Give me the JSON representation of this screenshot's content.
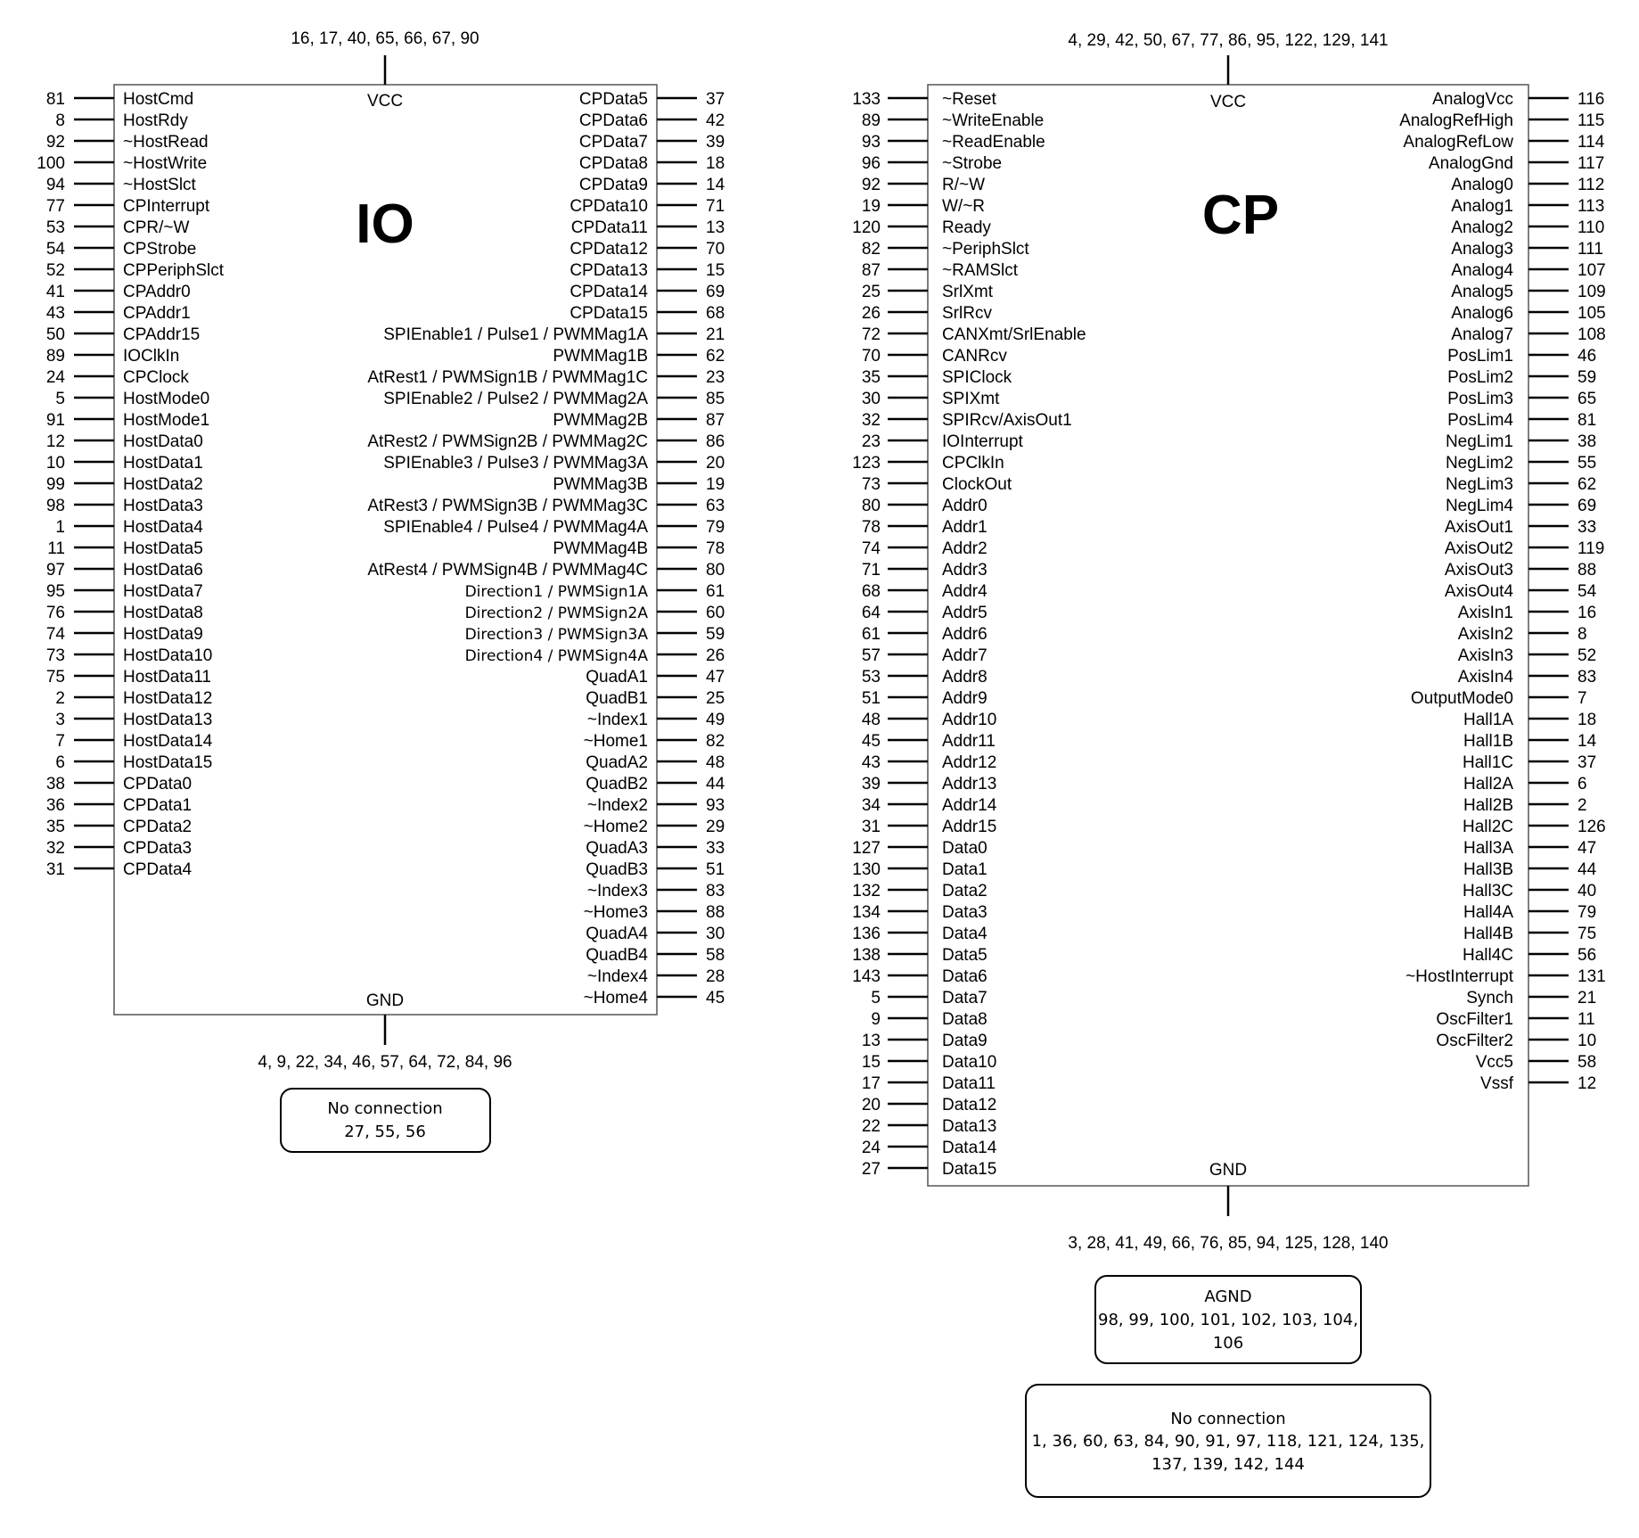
{
  "io": {
    "title": "IO",
    "vcc_label": "VCC",
    "gnd_label": "GND",
    "vcc_pins": "16, 17, 40, 65, 66, 67, 90",
    "gnd_pins": "4, 9, 22, 34, 46, 57, 64, 72, 84, 96",
    "no_connection": {
      "title": "No connection",
      "pins": "27, 55, 56"
    },
    "left_pins": [
      {
        "num": "81",
        "name": "HostCmd"
      },
      {
        "num": "8",
        "name": "HostRdy"
      },
      {
        "num": "92",
        "name": "~HostRead"
      },
      {
        "num": "100",
        "name": "~HostWrite"
      },
      {
        "num": "94",
        "name": "~HostSlct"
      },
      {
        "num": "77",
        "name": "CPInterrupt"
      },
      {
        "num": "53",
        "name": "CPR/~W"
      },
      {
        "num": "54",
        "name": "CPStrobe"
      },
      {
        "num": "52",
        "name": "CPPeriphSlct"
      },
      {
        "num": "41",
        "name": "CPAddr0"
      },
      {
        "num": "43",
        "name": "CPAddr1"
      },
      {
        "num": "50",
        "name": "CPAddr15"
      },
      {
        "num": "89",
        "name": "IOClkIn"
      },
      {
        "num": "24",
        "name": "CPClock"
      },
      {
        "num": "5",
        "name": "HostMode0"
      },
      {
        "num": "91",
        "name": "HostMode1"
      },
      {
        "num": "12",
        "name": "HostData0"
      },
      {
        "num": "10",
        "name": "HostData1"
      },
      {
        "num": "99",
        "name": "HostData2"
      },
      {
        "num": "98",
        "name": "HostData3"
      },
      {
        "num": "1",
        "name": "HostData4"
      },
      {
        "num": "11",
        "name": "HostData5"
      },
      {
        "num": "97",
        "name": "HostData6"
      },
      {
        "num": "95",
        "name": "HostData7"
      },
      {
        "num": "76",
        "name": "HostData8"
      },
      {
        "num": "74",
        "name": "HostData9"
      },
      {
        "num": "73",
        "name": "HostData10"
      },
      {
        "num": "75",
        "name": "HostData11"
      },
      {
        "num": "2",
        "name": "HostData12"
      },
      {
        "num": "3",
        "name": "HostData13"
      },
      {
        "num": "7",
        "name": "HostData14"
      },
      {
        "num": "6",
        "name": "HostData15"
      },
      {
        "num": "38",
        "name": "CPData0"
      },
      {
        "num": "36",
        "name": "CPData1"
      },
      {
        "num": "35",
        "name": "CPData2"
      },
      {
        "num": "32",
        "name": "CPData3"
      },
      {
        "num": "31",
        "name": "CPData4"
      }
    ],
    "right_pins": [
      {
        "num": "37",
        "name": "CPData5"
      },
      {
        "num": "42",
        "name": "CPData6"
      },
      {
        "num": "39",
        "name": "CPData7"
      },
      {
        "num": "18",
        "name": "CPData8"
      },
      {
        "num": "14",
        "name": "CPData9"
      },
      {
        "num": "71",
        "name": "CPData10"
      },
      {
        "num": "13",
        "name": "CPData11"
      },
      {
        "num": "70",
        "name": "CPData12"
      },
      {
        "num": "15",
        "name": "CPData13"
      },
      {
        "num": "69",
        "name": "CPData14"
      },
      {
        "num": "68",
        "name": "CPData15"
      },
      {
        "num": "21",
        "name": "SPIEnable1 / Pulse1 / PWMMag1A"
      },
      {
        "num": "62",
        "name": "PWMMag1B"
      },
      {
        "num": "23",
        "name": "AtRest1 / PWMSign1B / PWMMag1C"
      },
      {
        "num": "85",
        "name": "SPIEnable2 / Pulse2 / PWMMag2A"
      },
      {
        "num": "87",
        "name": "PWMMag2B"
      },
      {
        "num": "86",
        "name": "AtRest2 / PWMSign2B / PWMMag2C"
      },
      {
        "num": "20",
        "name": "SPIEnable3 / Pulse3 / PWMMag3A"
      },
      {
        "num": "19",
        "name": "PWMMag3B"
      },
      {
        "num": "63",
        "name": "AtRest3 / PWMSign3B / PWMMag3C"
      },
      {
        "num": "79",
        "name": "SPIEnable4 / Pulse4 / PWMMag4A"
      },
      {
        "num": "78",
        "name": "PWMMag4B"
      },
      {
        "num": "80",
        "name": "AtRest4 / PWMSign4B / PWMMag4C"
      },
      {
        "num": "61",
        "name": "Direction1 / PWMSign1A",
        "small": true
      },
      {
        "num": "60",
        "name": "Direction2 / PWMSign2A",
        "small": true
      },
      {
        "num": "59",
        "name": "Direction3 / PWMSign3A",
        "small": true
      },
      {
        "num": "26",
        "name": "Direction4 / PWMSign4A",
        "small": true
      },
      {
        "num": "47",
        "name": "QuadA1"
      },
      {
        "num": "25",
        "name": "QuadB1"
      },
      {
        "num": "49",
        "name": "~Index1"
      },
      {
        "num": "82",
        "name": "~Home1"
      },
      {
        "num": "48",
        "name": "QuadA2"
      },
      {
        "num": "44",
        "name": "QuadB2"
      },
      {
        "num": "93",
        "name": "~Index2"
      },
      {
        "num": "29",
        "name": "~Home2"
      },
      {
        "num": "33",
        "name": "QuadA3"
      },
      {
        "num": "51",
        "name": "QuadB3"
      },
      {
        "num": "83",
        "name": "~Index3"
      },
      {
        "num": "88",
        "name": "~Home3"
      },
      {
        "num": "30",
        "name": "QuadA4"
      },
      {
        "num": "58",
        "name": "QuadB4"
      },
      {
        "num": "28",
        "name": "~Index4"
      },
      {
        "num": "45",
        "name": "~Home4"
      }
    ]
  },
  "cp": {
    "title": "CP",
    "vcc_label": "VCC",
    "gnd_label": "GND",
    "vcc_pins": "4, 29, 42, 50, 67, 77, 86, 95, 122, 129, 141",
    "gnd_pins": "3, 28, 41, 49, 66, 76, 85, 94, 125, 128, 140",
    "agnd": {
      "title": "AGND",
      "line1": "98, 99, 100, 101, 102, 103, 104,",
      "line2": "106"
    },
    "no_connection": {
      "title": "No connection",
      "line1": "1, 36, 60, 63, 84, 90, 91, 97, 118, 121, 124, 135,",
      "line2": "137, 139, 142, 144"
    },
    "left_pins": [
      {
        "num": "133",
        "name": "~Reset"
      },
      {
        "num": "89",
        "name": "~WriteEnable"
      },
      {
        "num": "93",
        "name": "~ReadEnable"
      },
      {
        "num": "96",
        "name": "~Strobe"
      },
      {
        "num": "92",
        "name": "R/~W"
      },
      {
        "num": "19",
        "name": "W/~R"
      },
      {
        "num": "120",
        "name": "Ready"
      },
      {
        "num": "82",
        "name": "~PeriphSlct"
      },
      {
        "num": "87",
        "name": "~RAMSlct"
      },
      {
        "num": "25",
        "name": "SrlXmt"
      },
      {
        "num": "26",
        "name": "SrlRcv"
      },
      {
        "num": "72",
        "name": "CANXmt/SrlEnable"
      },
      {
        "num": "70",
        "name": "CANRcv"
      },
      {
        "num": "35",
        "name": "SPIClock"
      },
      {
        "num": "30",
        "name": "SPIXmt"
      },
      {
        "num": "32",
        "name": "SPIRcv/AxisOut1"
      },
      {
        "num": "23",
        "name": "IOInterrupt"
      },
      {
        "num": "123",
        "name": "CPClkIn"
      },
      {
        "num": "73",
        "name": "ClockOut"
      },
      {
        "num": "80",
        "name": "Addr0"
      },
      {
        "num": "78",
        "name": "Addr1"
      },
      {
        "num": "74",
        "name": "Addr2"
      },
      {
        "num": "71",
        "name": "Addr3"
      },
      {
        "num": "68",
        "name": "Addr4"
      },
      {
        "num": "64",
        "name": "Addr5"
      },
      {
        "num": "61",
        "name": "Addr6"
      },
      {
        "num": "57",
        "name": "Addr7"
      },
      {
        "num": "53",
        "name": "Addr8"
      },
      {
        "num": "51",
        "name": "Addr9"
      },
      {
        "num": "48",
        "name": "Addr10"
      },
      {
        "num": "45",
        "name": "Addr11"
      },
      {
        "num": "43",
        "name": "Addr12"
      },
      {
        "num": "39",
        "name": "Addr13"
      },
      {
        "num": "34",
        "name": "Addr14"
      },
      {
        "num": "31",
        "name": "Addr15"
      },
      {
        "num": "127",
        "name": "Data0"
      },
      {
        "num": "130",
        "name": "Data1"
      },
      {
        "num": "132",
        "name": "Data2"
      },
      {
        "num": "134",
        "name": "Data3"
      },
      {
        "num": "136",
        "name": "Data4"
      },
      {
        "num": "138",
        "name": "Data5"
      },
      {
        "num": "143",
        "name": "Data6"
      },
      {
        "num": "5",
        "name": "Data7"
      },
      {
        "num": "9",
        "name": "Data8"
      },
      {
        "num": "13",
        "name": "Data9"
      },
      {
        "num": "15",
        "name": "Data10"
      },
      {
        "num": "17",
        "name": "Data11"
      },
      {
        "num": "20",
        "name": "Data12"
      },
      {
        "num": "22",
        "name": "Data13"
      },
      {
        "num": "24",
        "name": "Data14"
      },
      {
        "num": "27",
        "name": "Data15"
      }
    ],
    "right_pins": [
      {
        "num": "116",
        "name": "AnalogVcc"
      },
      {
        "num": "115",
        "name": "AnalogRefHigh"
      },
      {
        "num": "114",
        "name": "AnalogRefLow"
      },
      {
        "num": "117",
        "name": "AnalogGnd"
      },
      {
        "num": "112",
        "name": "Analog0"
      },
      {
        "num": "113",
        "name": "Analog1"
      },
      {
        "num": "110",
        "name": "Analog2"
      },
      {
        "num": "111",
        "name": "Analog3"
      },
      {
        "num": "107",
        "name": "Analog4"
      },
      {
        "num": "109",
        "name": "Analog5"
      },
      {
        "num": "105",
        "name": "Analog6"
      },
      {
        "num": "108",
        "name": "Analog7"
      },
      {
        "num": "46",
        "name": "PosLim1"
      },
      {
        "num": "59",
        "name": "PosLim2"
      },
      {
        "num": "65",
        "name": "PosLim3"
      },
      {
        "num": "81",
        "name": "PosLim4"
      },
      {
        "num": "38",
        "name": "NegLim1"
      },
      {
        "num": "55",
        "name": "NegLim2"
      },
      {
        "num": "62",
        "name": "NegLim3"
      },
      {
        "num": "69",
        "name": "NegLim4"
      },
      {
        "num": "33",
        "name": "AxisOut1"
      },
      {
        "num": "119",
        "name": "AxisOut2"
      },
      {
        "num": "88",
        "name": "AxisOut3"
      },
      {
        "num": "54",
        "name": "AxisOut4"
      },
      {
        "num": "16",
        "name": "AxisIn1"
      },
      {
        "num": "8",
        "name": "AxisIn2"
      },
      {
        "num": "52",
        "name": "AxisIn3"
      },
      {
        "num": "83",
        "name": "AxisIn4"
      },
      {
        "num": "7",
        "name": "OutputMode0"
      },
      {
        "num": "18",
        "name": "Hall1A"
      },
      {
        "num": "14",
        "name": "Hall1B"
      },
      {
        "num": "37",
        "name": "Hall1C"
      },
      {
        "num": "6",
        "name": "Hall2A"
      },
      {
        "num": "2",
        "name": "Hall2B"
      },
      {
        "num": "126",
        "name": "Hall2C"
      },
      {
        "num": "47",
        "name": "Hall3A"
      },
      {
        "num": "44",
        "name": "Hall3B"
      },
      {
        "num": "40",
        "name": "Hall3C"
      },
      {
        "num": "79",
        "name": "Hall4A"
      },
      {
        "num": "75",
        "name": "Hall4B"
      },
      {
        "num": "56",
        "name": "Hall4C"
      },
      {
        "num": "131",
        "name": "~HostInterrupt"
      },
      {
        "num": "21",
        "name": "Synch"
      },
      {
        "num": "11",
        "name": "OscFilter1"
      },
      {
        "num": "10",
        "name": "OscFilter2"
      },
      {
        "num": "58",
        "name": "Vcc5"
      },
      {
        "num": "12",
        "name": "Vssf"
      }
    ]
  }
}
